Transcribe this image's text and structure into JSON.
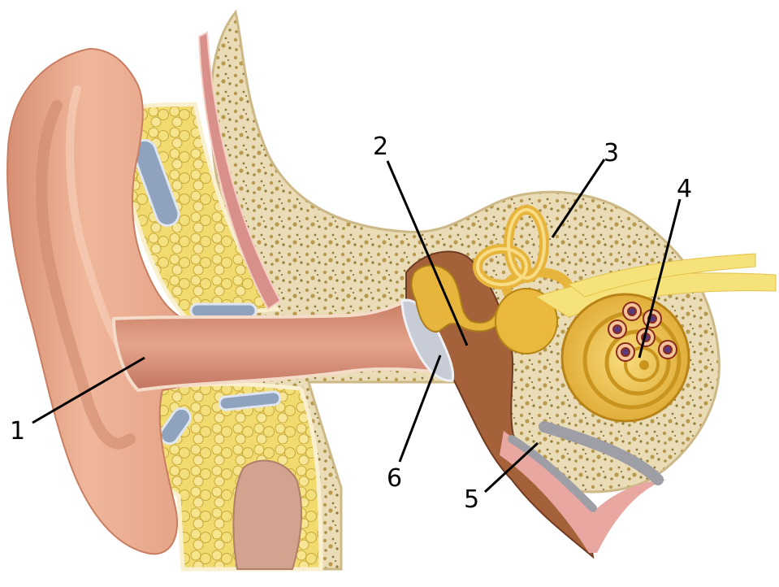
{
  "labels": {
    "l1": "1",
    "l2": "2",
    "l3": "3",
    "l4": "4",
    "l5": "5",
    "l6": "6"
  },
  "colors": {
    "skin": "#e8a585",
    "skin_dark": "#c97d62",
    "skin_light": "#f3c2a8",
    "bone": "#eadcb6",
    "bone_spots": "#b79a4e",
    "cartilage": "#f1da6e",
    "cartilage_dark": "#c9a93a",
    "blue": "#8fa3bf",
    "canal": "#d8917a",
    "cavity": "#a5623a",
    "ossicles": "#e7b43c",
    "cochlea": "#f1c44a",
    "nerve": "#f6e27a",
    "eardrum": "#c7ccd6",
    "tube_inner": "#9e9ea6",
    "tube_pink": "#e9a7a2",
    "leader": "#000000"
  }
}
